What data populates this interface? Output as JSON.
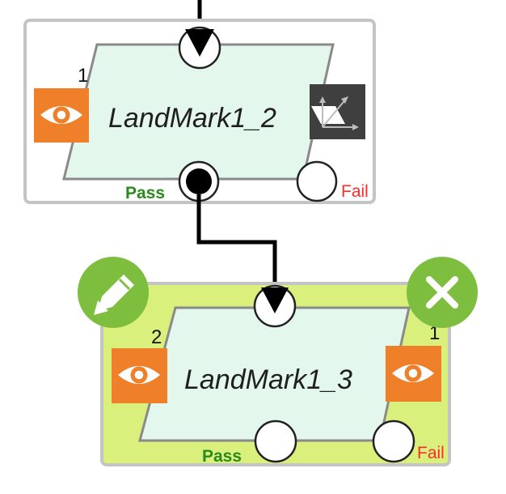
{
  "nodes": [
    {
      "title": "LandMark1_2",
      "left_index": "1",
      "pass_label": "Pass",
      "fail_label": "Fail",
      "state": "default"
    },
    {
      "title": "LandMark1_3",
      "left_index": "2",
      "right_index": "1",
      "pass_label": "Pass",
      "fail_label": "Fail",
      "state": "selected"
    }
  ],
  "icons": {
    "left_vision": "eye-icon",
    "right_vision": "eye-icon",
    "step_tool": "landmark-tool-icon",
    "edit": "pencil-icon",
    "delete": "close-icon"
  },
  "colors": {
    "body_fill": "#e3f7ec",
    "selected_frame": "#d9f07d",
    "accent_orange": "#f07f2a",
    "action_green": "#7dbe3f",
    "tool_dark": "#3f3f3f",
    "connector": "#000000",
    "pass": "#2b8a1d",
    "fail": "#ff2a2a"
  }
}
